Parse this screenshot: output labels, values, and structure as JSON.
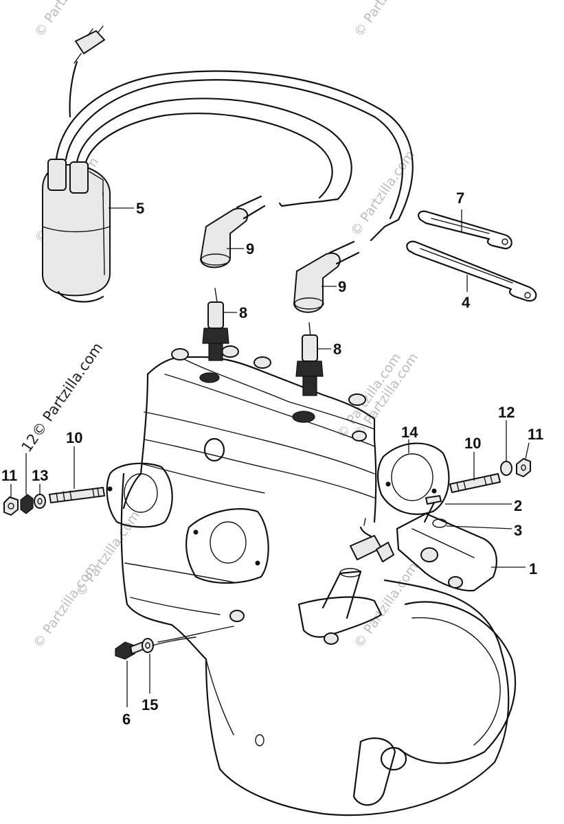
{
  "watermark": {
    "text": "© Partzilla.com",
    "prominent_text": "12© Partzilla.com",
    "color": "#bdbdbd"
  },
  "callouts": [
    {
      "id": "c1",
      "text": "1"
    },
    {
      "id": "c2",
      "text": "2"
    },
    {
      "id": "c3",
      "text": "3"
    },
    {
      "id": "c4",
      "text": "4"
    },
    {
      "id": "c5",
      "text": "5"
    },
    {
      "id": "c6",
      "text": "6"
    },
    {
      "id": "c7",
      "text": "7"
    },
    {
      "id": "c8a",
      "text": "8"
    },
    {
      "id": "c8b",
      "text": "8"
    },
    {
      "id": "c9a",
      "text": "9"
    },
    {
      "id": "c9b",
      "text": "9"
    },
    {
      "id": "c10a",
      "text": "10"
    },
    {
      "id": "c10b",
      "text": "10"
    },
    {
      "id": "c11a",
      "text": "11"
    },
    {
      "id": "c11b",
      "text": "11"
    },
    {
      "id": "c12",
      "text": "12"
    },
    {
      "id": "c13",
      "text": "13"
    },
    {
      "id": "c14",
      "text": "14"
    },
    {
      "id": "c15",
      "text": "15"
    }
  ]
}
